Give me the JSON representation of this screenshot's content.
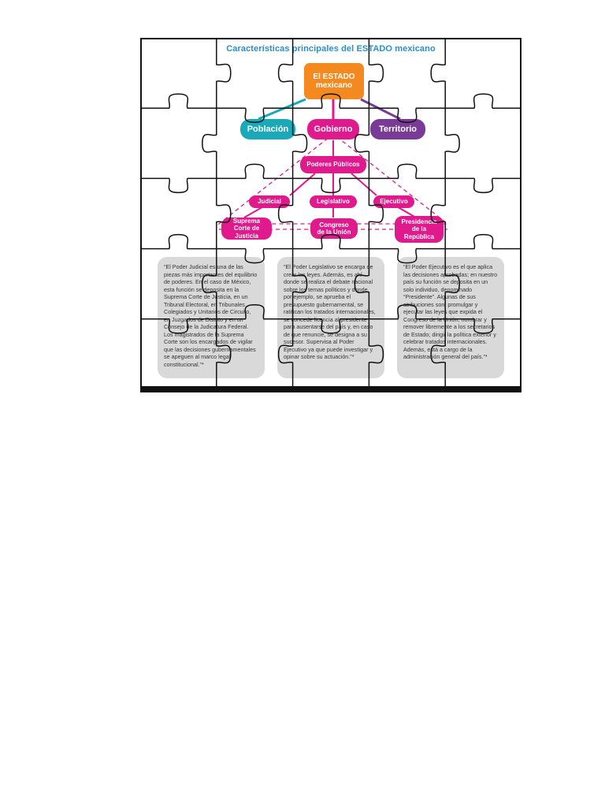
{
  "diagram": {
    "title": "Características principales del ESTADO mexicano",
    "nodes": {
      "estado": "El ESTADO mexicano",
      "poblacion": "Población",
      "gobierno": "Gobierno",
      "territorio": "Territorio",
      "poderes": "Poderes Públicos",
      "judicial": "Judicial",
      "legislativo": "Legislativo",
      "ejecutivo": "Ejecutivo",
      "suprema": "Suprema Corte de Justicia",
      "congreso": "Congreso de la Unión",
      "presidencia": "Presidencia de la República"
    },
    "descriptions": {
      "judicial": "“El Poder Judicial es una de las piezas más importantes del equilibrio de poderes. En el caso de México, esta función se deposita en la Suprema Corte de Justicia, en un Tribunal Electoral, en Tribunales Colegiados y Unitarios de Circuito, en Juzgados de Distrito y en un Consejo de la Judicatura Federal. Los magistrados de la Suprema Corte son los encargados de vigilar que las decisiones gubernamentales se apeguen al marco legal constitucional.”*",
      "legislativo": "“El Poder Legislativo se encarga de crear las leyes. Además, es ahí donde se realiza el debate nacional sobre los temas políticos y donde, por ejemplo, se aprueba el presupuesto gubernamental, se ratifican los tratados internacionales, se concede licencia al presidente para ausentarse del país y, en caso de que renuncie, se designa a su sucesor. Supervisa al Poder Ejecutivo ya que puede investigar y opinar sobre su actuación.”*",
      "ejecutivo": "“El Poder Ejecutivo es el que aplica las decisiones aprobadas; en nuestro país su función se deposita en un solo individuo, denominado “Presidente”. Algunas de sus atribuciones son: promulgar y ejecutar las leyes que expida el Congreso de la Unión; nombrar y remover libremente a los secretarios de Estado; dirigir la política exterior y celebrar tratados internacionales. Además, está a cargo de la administración general del país.”*"
    },
    "colors": {
      "title": "#2a8fc8",
      "estado": "#f48a1f",
      "poblacion": "#1aa9b8",
      "gobierno": "#e01a8c",
      "territorio": "#7a3b97",
      "description_box": "#d9d9d9"
    }
  }
}
